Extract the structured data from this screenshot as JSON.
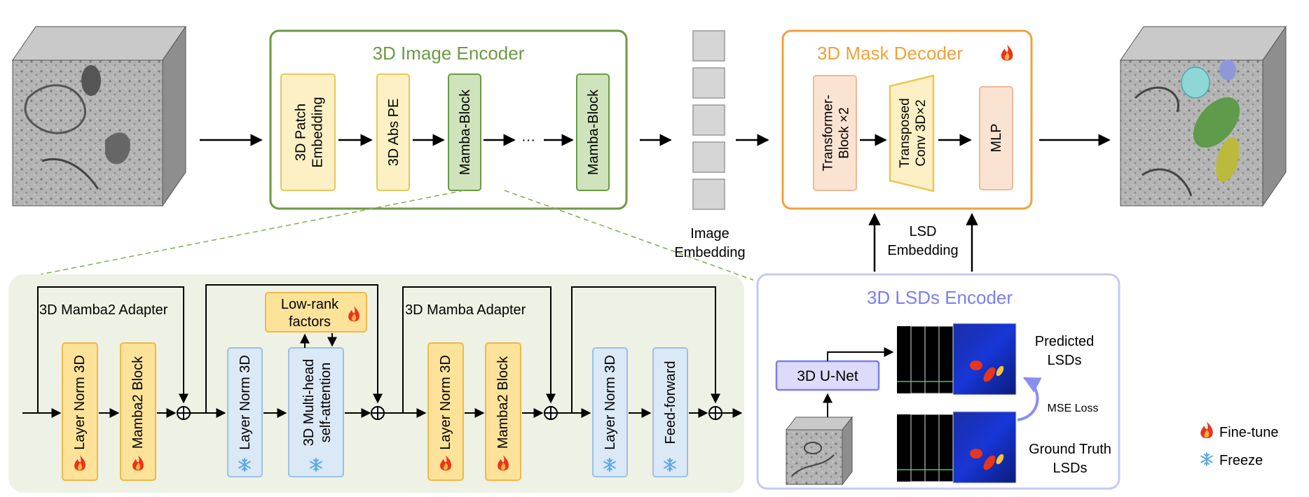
{
  "image_encoder": {
    "title": "3D Image Encoder",
    "patch_line1": "3D Patch",
    "patch_line2": "Embedding",
    "abs_pe": "3D Abs PE",
    "mamba_block": "Mamba-Block",
    "ellipsis": "···"
  },
  "embedding": {
    "line1": "Image",
    "line2": "Embedding"
  },
  "mask_decoder": {
    "title": "3D Mask Decoder",
    "transformer_line1": "Transformer-",
    "transformer_line2": "Block ×2",
    "transposed_line1": "Transposed",
    "transposed_line2": "Conv 3D×2",
    "mlp": "MLP"
  },
  "lsd_embedding": {
    "line1": "LSD",
    "line2": "Embedding"
  },
  "lsds_encoder": {
    "title": "3D LSDs Encoder",
    "unet": "3D U-Net",
    "predicted_line1": "Predicted",
    "predicted_line2": "LSDs",
    "mse": "MSE Loss",
    "gt_line1": "Ground Truth",
    "gt_line2": "LSDs"
  },
  "adapter": {
    "mamba2_title": "3D Mamba2 Adapter",
    "mamba_title": "3D Mamba Adapter",
    "layer_norm": "Layer Norm 3D",
    "mamba2_block": "Mamba2 Block",
    "lowrank_line1": "Low-rank",
    "lowrank_line2": "factors",
    "mhsa_line1": "3D Multi-head",
    "mhsa_line2": "self-attention",
    "feed_forward": "Feed-forward"
  },
  "legend": {
    "finetune": "Fine-tune",
    "freeze": "Freeze"
  },
  "colors": {
    "encoder_green": "#6b9a45",
    "decoder_orange": "#f0a23c",
    "lsds_purple": "#7b7ef0",
    "flame_red": "#e8351c",
    "snow_blue": "#5aa8e6",
    "adapter_bg": "#eef2e4"
  }
}
